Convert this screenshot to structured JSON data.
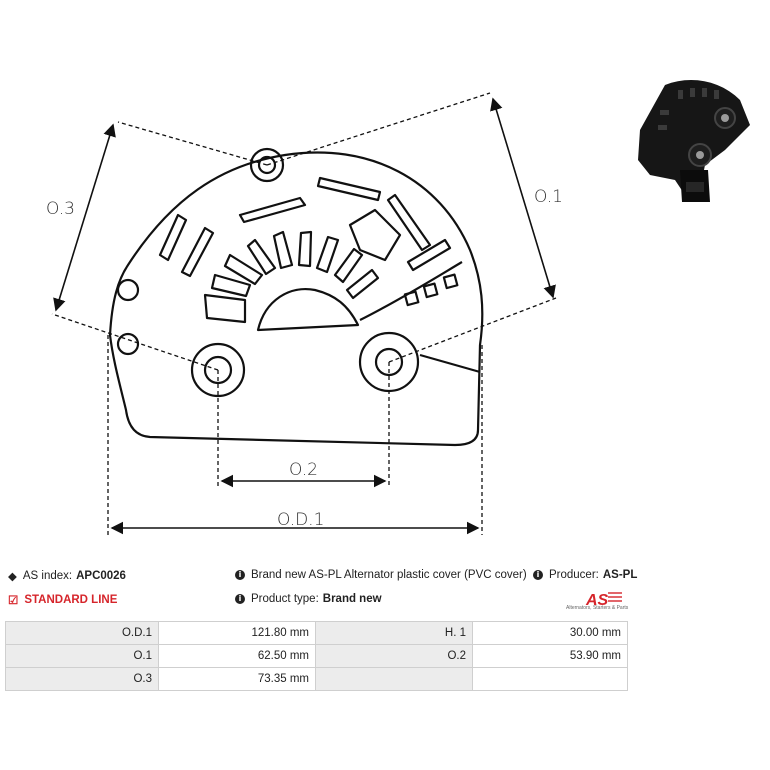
{
  "dimensions": {
    "od1": "O.D.1",
    "o1": "O.1",
    "o2": "O.2",
    "o3": "O.3"
  },
  "info": {
    "as_index_label": "AS index:",
    "as_index_value": "APC0026",
    "line": "STANDARD LINE",
    "description": "Brand new AS-PL Alternator plastic cover (PVC cover)",
    "product_type_label": "Product type:",
    "product_type_value": "Brand new",
    "producer_label": "Producer:",
    "producer_value": "AS-PL",
    "logo_text": "AS",
    "logo_subtext": "Alternators, Starters & Parts"
  },
  "specs": {
    "rows": [
      {
        "label1": "O.D.1",
        "value1": "121.80 mm",
        "label2": "H. 1",
        "value2": "30.00 mm"
      },
      {
        "label1": "O.1",
        "value1": "62.50 mm",
        "label2": "O.2",
        "value2": "53.90 mm"
      },
      {
        "label1": "O.3",
        "value1": "73.35 mm",
        "label2": "",
        "value2": ""
      }
    ]
  },
  "colors": {
    "brand_red": "#d6252b",
    "label_bg": "#ececec"
  }
}
